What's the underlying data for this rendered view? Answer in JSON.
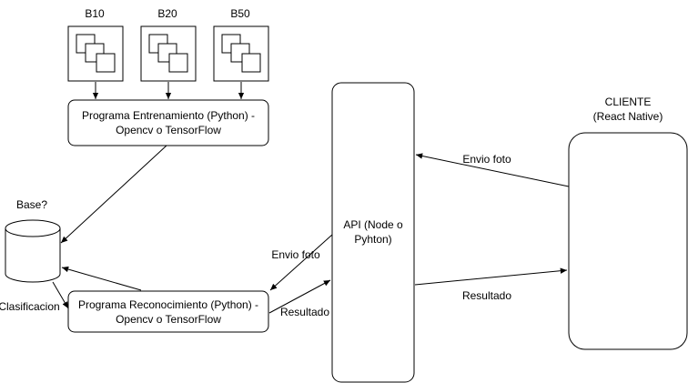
{
  "dataset_labels": [
    "B10",
    "B20",
    "B50"
  ],
  "training_program": {
    "line1": "Programa Entrenamiento (Python) -",
    "line2": "Opencv o TensorFlow"
  },
  "database": {
    "label": "Base?"
  },
  "recognition_program": {
    "line1": "Programa Reconocimiento (Python) -",
    "line2": "Opencv o TensorFlow"
  },
  "api": {
    "line1": "API (Node o",
    "line2": "Pyhton)"
  },
  "client": {
    "line1": "CLIENTE",
    "line2": "(React Native)"
  },
  "edge_labels": {
    "classification": "Clasificacion",
    "send_photo_to_recognition": "Envio foto",
    "result_to_api": "Resultado",
    "send_photo_to_api": "Envio foto",
    "result_to_client": "Resultado"
  },
  "colors": {
    "stroke": "#000000",
    "fill": "#ffffff",
    "text": "#000000"
  }
}
